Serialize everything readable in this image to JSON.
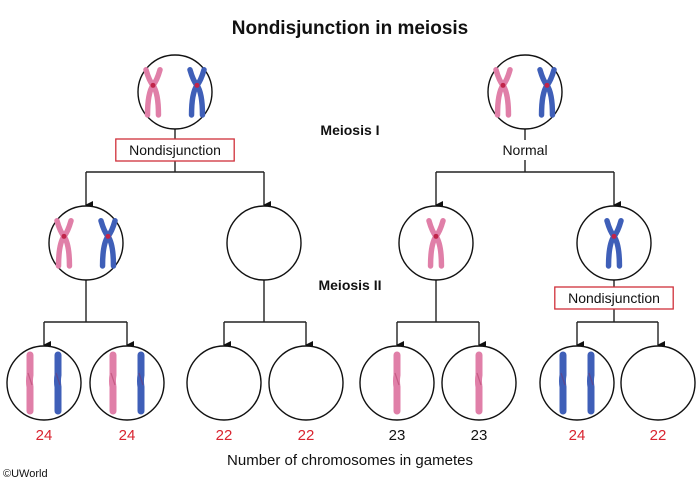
{
  "title": "Nondisjunction in meiosis",
  "stages": {
    "meiosis1": "Meiosis I",
    "meiosis2": "Meiosis II"
  },
  "colors": {
    "maternal_chromosome": "#e07fa8",
    "paternal_chromosome": "#3f5fb8",
    "centromere": "#c0254a",
    "abnormal_count": "#d9232f",
    "normal_count": "#111111",
    "event_box_border": "#d0303a"
  },
  "left_pathway": {
    "meiosis1_event": "Nondisjunction",
    "meiosis1_event_abnormal": true,
    "parent_cell": [
      "pink-pair",
      "blue-pair"
    ],
    "daughter_cells": [
      {
        "contents": [
          "pink-pair",
          "blue-pair"
        ],
        "meiosis2_event": "",
        "gametes": [
          {
            "contents": [
              "pink",
              "blue"
            ],
            "count": "24",
            "abnormal": true
          },
          {
            "contents": [
              "pink",
              "blue"
            ],
            "count": "24",
            "abnormal": true
          }
        ]
      },
      {
        "contents": [],
        "meiosis2_event": "",
        "gametes": [
          {
            "contents": [],
            "count": "22",
            "abnormal": true
          },
          {
            "contents": [],
            "count": "22",
            "abnormal": true
          }
        ]
      }
    ]
  },
  "right_pathway": {
    "meiosis1_event": "Normal",
    "meiosis1_event_abnormal": false,
    "parent_cell": [
      "pink-pair",
      "blue-pair"
    ],
    "daughter_cells": [
      {
        "contents": [
          "pink-pair"
        ],
        "meiosis2_event": "",
        "gametes": [
          {
            "contents": [
              "pink"
            ],
            "count": "23",
            "abnormal": false
          },
          {
            "contents": [
              "pink"
            ],
            "count": "23",
            "abnormal": false
          }
        ]
      },
      {
        "contents": [
          "blue-pair"
        ],
        "meiosis2_event": "Nondisjunction",
        "gametes": [
          {
            "contents": [
              "blue",
              "blue"
            ],
            "count": "24",
            "abnormal": true
          },
          {
            "contents": [],
            "count": "22",
            "abnormal": true
          }
        ]
      }
    ]
  },
  "caption": "Number of chromosomes in gametes",
  "copyright": "©UWorld"
}
